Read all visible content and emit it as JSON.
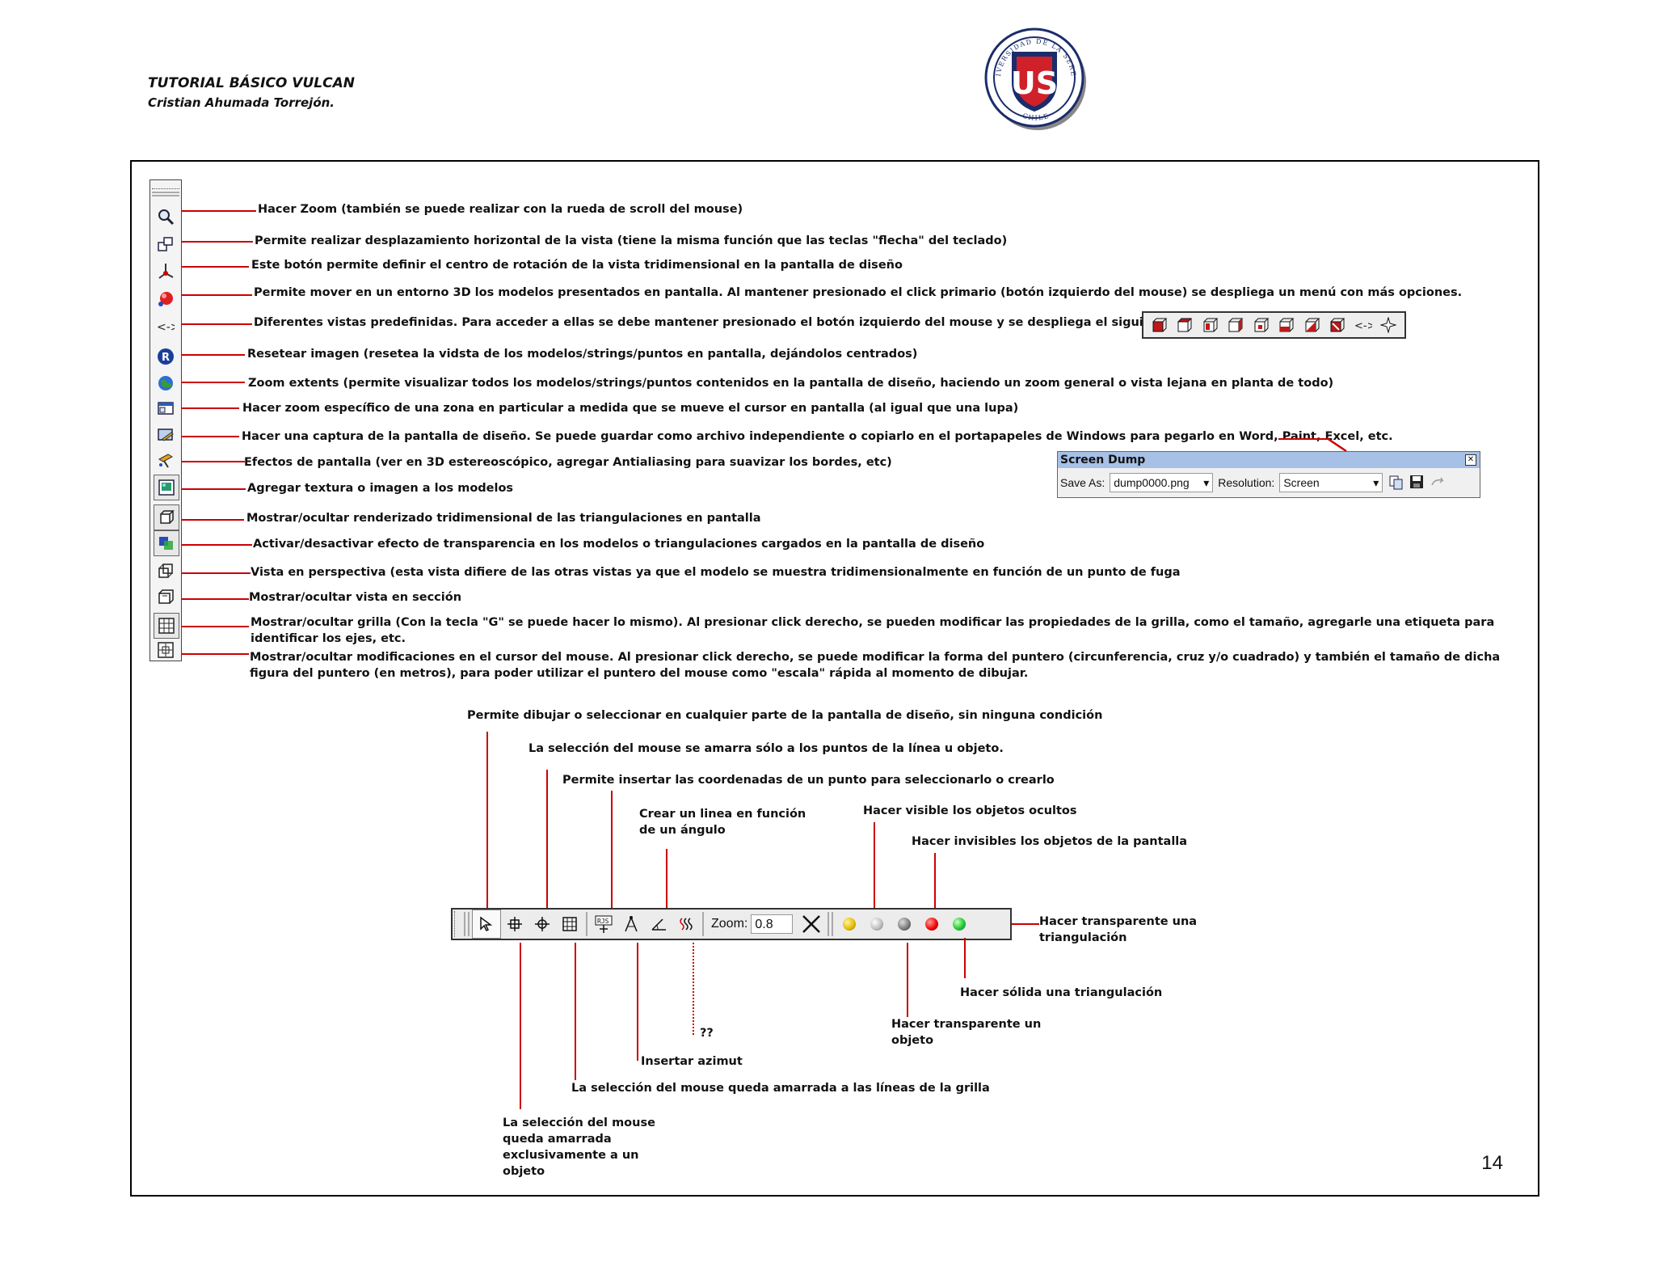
{
  "header": {
    "title": "TUTORIAL BÁSICO VULCAN",
    "author": "Cristian Ahumada Torrejón."
  },
  "logo": {
    "text_top": "UNIVERSIDAD DE LA SERENA",
    "text_bottom": "CHILE",
    "initials": "US"
  },
  "vertical_toolbar": {
    "items": [
      {
        "icon": "zoom-icon",
        "text": "Hacer Zoom (también se puede realizar con la rueda de scroll del mouse)"
      },
      {
        "icon": "pan-icon",
        "text": "Permite realizar desplazamiento horizontal de la vista (tiene la misma función que las teclas \"flecha\" del teclado)"
      },
      {
        "icon": "rotation-center-icon",
        "text": "Este botón permite definir el centro de rotación de la vista tridimensional en la pantalla de diseño"
      },
      {
        "icon": "rotate-3d-icon",
        "text": "Permite mover en un entorno 3D los modelos presentados en pantalla. Al mantener presionado el click primario (botón izquierdo del mouse) se despliega un menú con más opciones."
      },
      {
        "icon": "predefined-views-icon",
        "text": "Diferentes vistas predefinidas. Para acceder a ellas se debe mantener presionado el botón izquierdo del mouse y se despliega el siguiente menú:"
      },
      {
        "icon": "reset-icon",
        "text": "Resetear imagen (resetea la vidsta de los modelos/strings/puntos en pantalla, dejándolos centrados)"
      },
      {
        "icon": "zoom-extents-icon",
        "text": "Zoom extents (permite visualizar todos los modelos/strings/puntos contenidos en la pantalla de diseño, haciendo un zoom general o vista lejana en planta de todo)"
      },
      {
        "icon": "magnifier-zone-icon",
        "text": "Hacer zoom específico de una zona en particular a medida que se mueve el cursor en pantalla (al igual que una lupa)"
      },
      {
        "icon": "screen-capture-icon",
        "text": "Hacer una captura de la pantalla de diseño. Se puede guardar como archivo independiente o copiarlo en el portapapeles de Windows para pegarlo en Word, Paint, Excel, etc."
      },
      {
        "icon": "screen-effects-icon",
        "text": "Efectos de pantalla (ver en 3D estereoscópico, agregar Antialiasing para suavizar los bordes, etc)"
      },
      {
        "icon": "texture-icon",
        "text": "Agregar textura o imagen a los modelos"
      },
      {
        "icon": "render-icon",
        "text": "Mostrar/ocultar renderizado tridimensional de las triangulaciones en pantalla"
      },
      {
        "icon": "transparency-icon",
        "text": "Activar/desactivar efecto de transparencia en los modelos o triangulaciones cargados en la pantalla de diseño"
      },
      {
        "icon": "perspective-icon",
        "text": "Vista en perspectiva (esta vista difiere de las otras vistas ya que el modelo se muestra tridimensionalmente en función de un punto de fuga"
      },
      {
        "icon": "section-view-icon",
        "text": "Mostrar/ocultar vista en sección"
      },
      {
        "icon": "grid-icon",
        "text": "Mostrar/ocultar grilla (Con la tecla \"G\" se puede hacer lo mismo). Al presionar click derecho, se pueden modificar las propiedades de la grilla, como el tamaño, agregarle una etiqueta para identificar los ejes, etc."
      },
      {
        "icon": "cursor-mod-icon",
        "text": "Mostrar/ocultar modificaciones en el cursor del mouse. Al presionar click derecho, se puede modificar la forma del puntero (circunferencia, cruz y/o cuadrado) y también el tamaño de dicha figura del puntero (en metros), para poder utilizar el puntero del mouse como \"escala\" rápida al momento de dibujar."
      }
    ]
  },
  "screen_dump": {
    "title": "Screen Dump",
    "save_as_label": "Save As:",
    "save_as_value": "dump0000.png",
    "resolution_label": "Resolution:",
    "resolution_value": "Screen"
  },
  "horizontal_toolbar": {
    "zoom_label": "Zoom:",
    "zoom_value": "0.8"
  },
  "annotations": {
    "free_draw": "Permite dibujar o seleccionar en cualquier parte de la pantalla de diseño, sin ninguna condición",
    "snap_points": "La selección del mouse se amarra sólo a los puntos de la línea u objeto.",
    "insert_coords": "Permite insertar las coordenadas de un punto para seleccionarlo o crearlo",
    "angle_line": "Crear un linea en función de un ángulo",
    "show_hidden": "Hacer visible los objetos ocultos",
    "hide_objects": "Hacer invisibles los objetos de la pantalla",
    "transparent_triangulation": "Hacer transparente una triangulación",
    "solid_triangulation": "Hacer sólida una triangulación",
    "transparent_object": "Hacer transparente un objeto",
    "unknown": "??",
    "insert_azimuth": "Insertar azimut",
    "snap_grid": "La selección del mouse queda amarrada a las líneas de la grilla",
    "snap_object": "La selección del mouse queda amarrada exclusivamente a un objeto"
  },
  "page_number": "14"
}
